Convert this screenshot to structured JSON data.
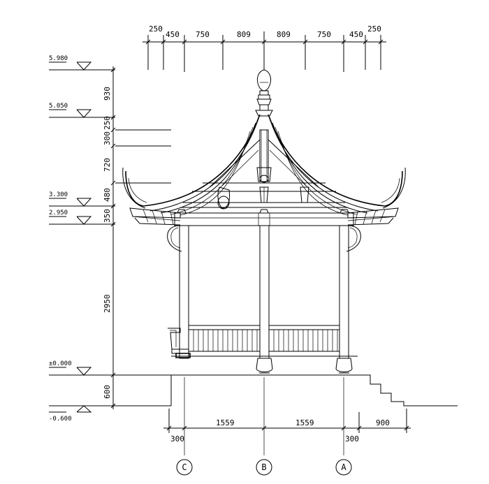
{
  "top_dimensions": [
    "250",
    "450",
    "750",
    "809",
    "809",
    "750",
    "450",
    "250"
  ],
  "levels": [
    "5.980",
    "5.050",
    "3.300",
    "2.950",
    "±0.000",
    "-0.600"
  ],
  "vertical_dimensions": [
    "930",
    "250",
    "300",
    "720",
    "480",
    "350",
    "2950",
    "600"
  ],
  "bottom_dimensions": {
    "span_1": "1559",
    "span_2": "1559",
    "right": "900",
    "left_small": "300",
    "right_small": "300"
  },
  "axes": [
    "C",
    "B",
    "A"
  ]
}
